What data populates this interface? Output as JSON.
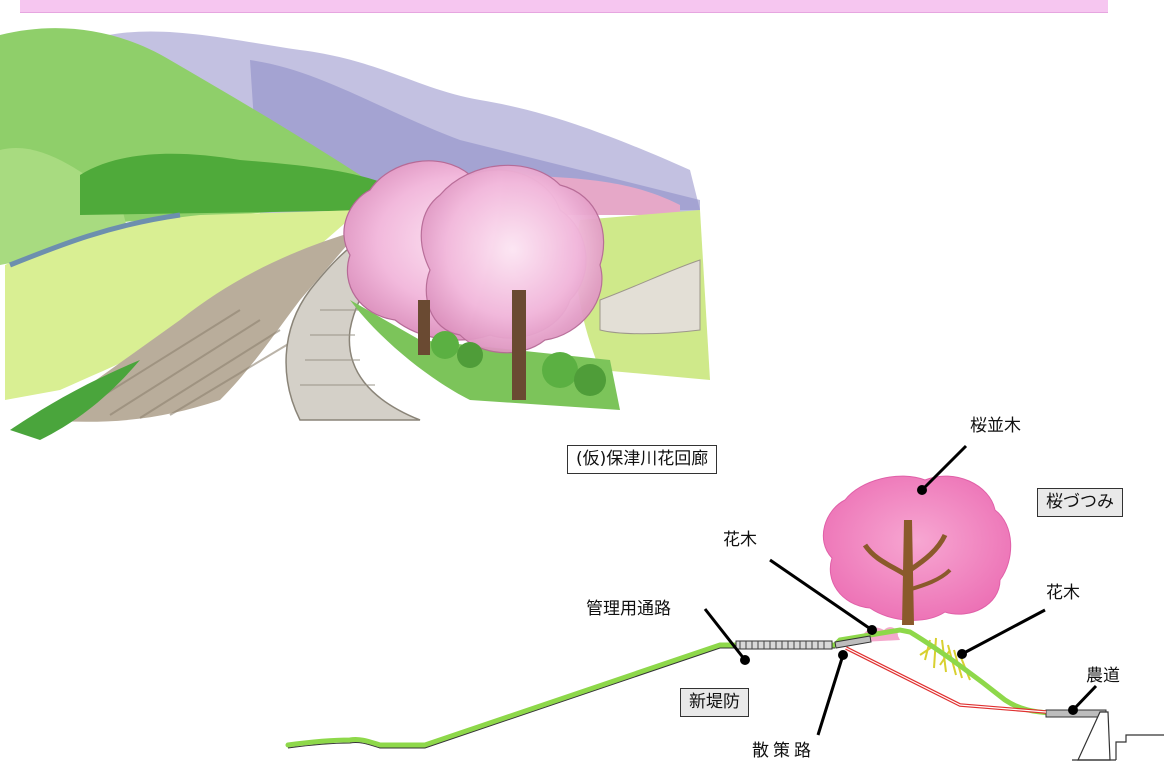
{
  "sketch": {
    "caption": "(仮)保津川花回廊"
  },
  "cross_section": {
    "labels": {
      "sakura_namiki": "桜並木",
      "sakura_zutsumi": "桜づつみ",
      "kaboku_left": "花木",
      "kaboku_right": "花木",
      "kanri_tsuro": "管理用通路",
      "nodo": "農道",
      "shin_teibo": "新堤防",
      "sansakuro": "散策路"
    }
  },
  "colors": {
    "band": "#f6c6f0",
    "embankment": "#8ed84a",
    "blossom": "#f088c4",
    "trunk": "#8a5a2b",
    "pipe": "#e03030"
  }
}
